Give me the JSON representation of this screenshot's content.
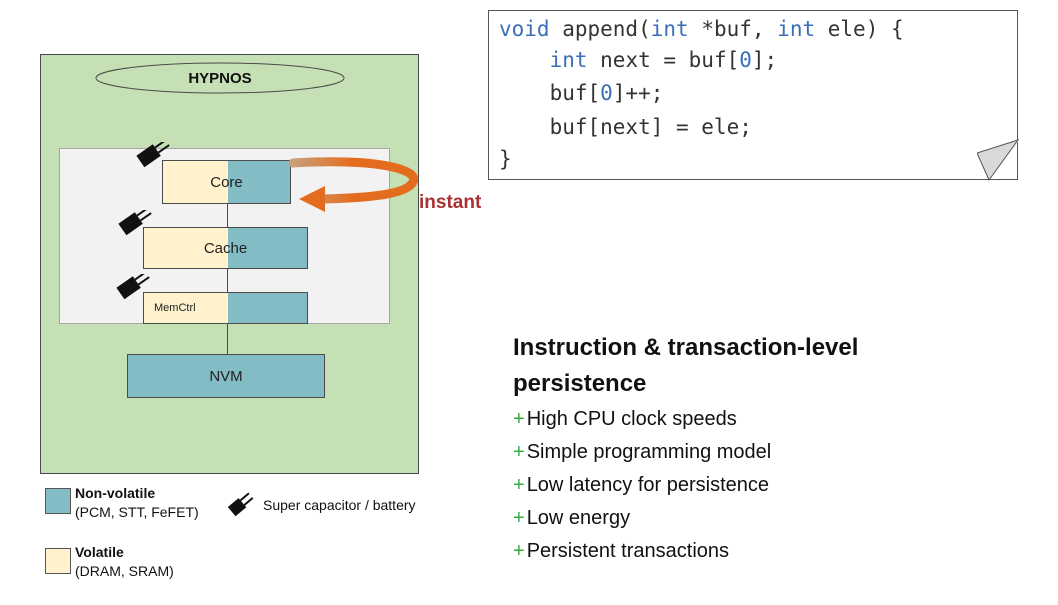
{
  "diagram": {
    "title": "HYPNOS",
    "blocks": {
      "core": "Core",
      "cache": "Cache",
      "memctrl": "MemCtrl",
      "nvm": "NVM"
    },
    "instant_label": "instant"
  },
  "code": {
    "lines": [
      [
        "void",
        " append(",
        "int",
        " *buf, ",
        "int",
        " ele) {"
      ],
      [
        "    ",
        "int",
        " next = buf[",
        "0",
        "];"
      ],
      [
        "    buf[",
        "0",
        "]++;"
      ],
      [
        "    buf[next] = ele;"
      ],
      [
        "}"
      ]
    ]
  },
  "features": {
    "heading": "Instruction & transaction-level persistence",
    "items": [
      "High CPU clock speeds",
      "Simple programming model",
      "Low latency for persistence",
      "Low energy",
      "Persistent transactions"
    ],
    "bullet": "+"
  },
  "legend": {
    "nonvolatile_title": "Non-volatile",
    "nonvolatile_detail": "(PCM, STT, FeFET)",
    "volatile_title": "Volatile",
    "volatile_detail": "(DRAM, SRAM)",
    "capacitor_label": "Super capacitor / battery"
  },
  "colors": {
    "nonvolatile": "#84bcc6",
    "volatile": "#fff2cc",
    "system_bg": "#c5e0b4",
    "arrow": "#e46c1e",
    "instant": "#a83232",
    "plus": "#3aa845",
    "keyword": "#3a6fb5"
  }
}
